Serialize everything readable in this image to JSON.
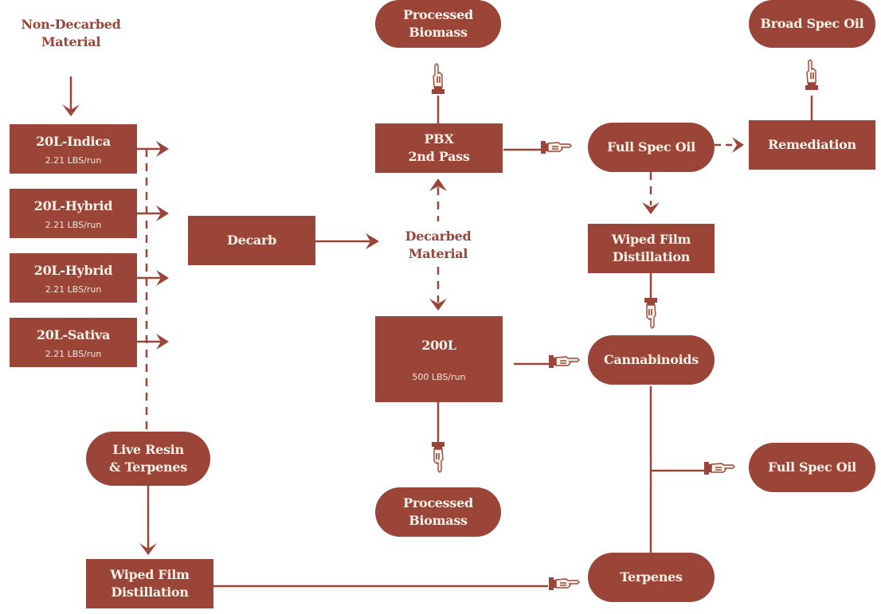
{
  "diagram": {
    "accent_color": "#9b4438",
    "text_on_accent": "#fbf2ea",
    "labels": {
      "non_decarbed": "Non-Decarbed\nMaterial",
      "decarbed": "Decarbed\nMaterial"
    },
    "extractors": [
      {
        "title": "20L-Indica",
        "rate": "2.21 LBS/run"
      },
      {
        "title": "20L-Hybrid",
        "rate": "2.21 LBS/run"
      },
      {
        "title": "20L-Hybrid",
        "rate": "2.21 LBS/run"
      },
      {
        "title": "20L-Sativa",
        "rate": "2.21 LBS/run"
      }
    ],
    "nodes": {
      "decarb": {
        "title": "Decarb"
      },
      "live_resin": {
        "title": "Live Resin\n& Terpenes"
      },
      "wfd_left": {
        "title": "Wiped Film\nDistillation"
      },
      "pbx": {
        "title": "PBX\n2nd Pass"
      },
      "processed_biomass_top": {
        "title": "Processed\nBiomass"
      },
      "l200": {
        "title": "200L",
        "rate": "500 LBS/run"
      },
      "processed_biomass_bottom": {
        "title": "Processed\nBiomass"
      },
      "full_spec_top": {
        "title": "Full Spec Oil"
      },
      "remediation": {
        "title": "Remediation"
      },
      "broad_spec": {
        "title": "Broad Spec Oil"
      },
      "wfd_right": {
        "title": "Wiped Film\nDistillation"
      },
      "cannabinoids": {
        "title": "Cannabinoids"
      },
      "full_spec_bottom": {
        "title": "Full Spec Oil"
      },
      "terpenes": {
        "title": "Terpenes"
      }
    },
    "icons": {
      "arrow": "arrow-head-icon",
      "pointing_hand": "pointing-hand-icon"
    }
  }
}
